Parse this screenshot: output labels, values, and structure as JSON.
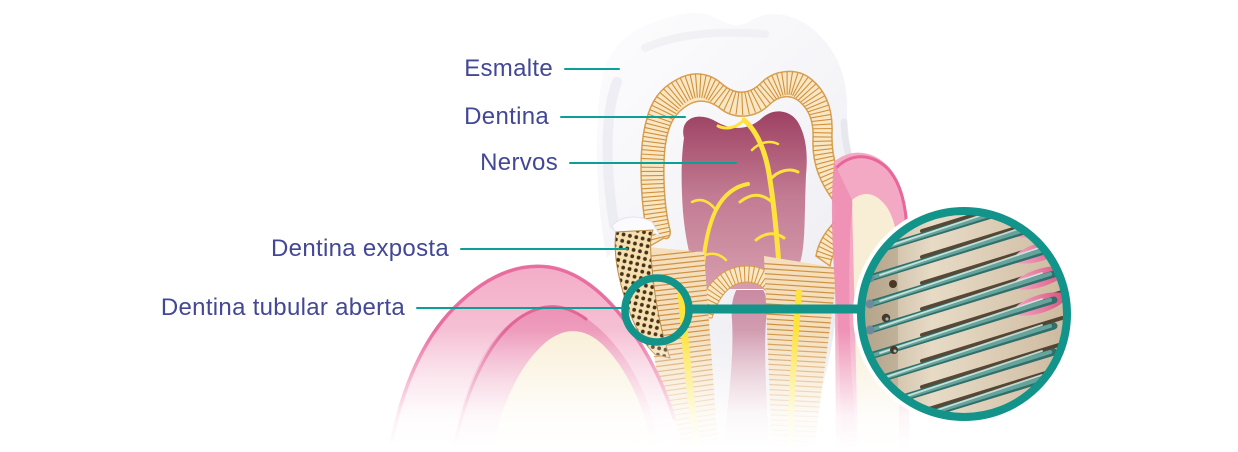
{
  "figure": {
    "type": "tooth-cross-section-diagram",
    "language": "pt",
    "labels": {
      "esmalte": "Esmalte",
      "dentina": "Dentina",
      "nervos": "Nervos",
      "dentina_exposta": "Dentina exposta",
      "dentina_tubular_aberta": "Dentina tubular aberta"
    },
    "colors": {
      "label_text": "#434796",
      "leader_line": "#0aa096",
      "magnifier_ring": "#12948a",
      "enamel": "#f7f7fa",
      "dentin": "#f9e7c3",
      "dentin_hatch": "#d0903e",
      "pulp": "#c27b93",
      "nerve": "#fde33c",
      "gum_pink": "#f2a7c3",
      "gum_rim": "#e8659a",
      "bone_cream": "#f9efd7",
      "tubule_teal": "#35807a",
      "tubule_pink": "#e87aa4"
    }
  }
}
